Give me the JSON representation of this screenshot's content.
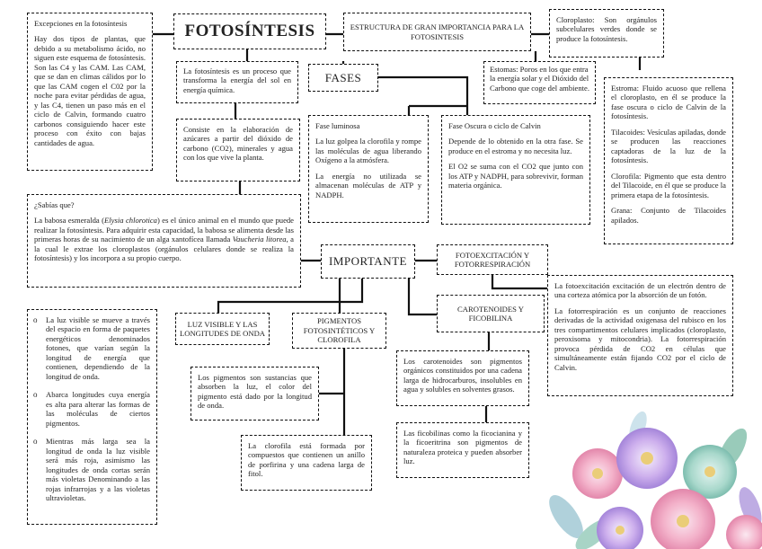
{
  "title": "FOTOSÍNTESIS",
  "excepciones": {
    "heading": "Excepciones en la fotosíntesis",
    "body": "Hay dos tipos de plantas, que debido a su metabolismo ácido, no siguen este esquema de fotosíntesis. Son las C4 y las CAM. Las CAM, que se dan en climas cálidos por lo que las CAM cogen el C02 por la noche para evitar pérdidas de agua, y las C4, tienen un paso más en el ciclo de Calvin, formando cuatro carbonos consiguiendo hacer este proceso con éxito con bajas cantidades de agua."
  },
  "definicion": "La fotosíntesis es un proceso que transforma la energía del sol en energía química.",
  "consiste": "Consiste en la elaboración de azúcares a partir del dióxido de carbono (CO2), minerales y agua con los que vive la planta.",
  "estructura_header": "ESTRUCTURA DE GRAN IMPORTANCIA PARA LA FOTOSINTESIS",
  "cloroplasto": "Cloroplasto: Son orgánulos subcelulares verdes donde se produce la fotosíntesis.",
  "estomas": "Estomas: Poros en los que entra la energía solar y el Dióxido del Carbono que coge del ambiente.",
  "estructuras": {
    "estroma": "Estroma: Fluido acuoso que rellena el cloroplasto, en él se produce la fase oscura o ciclo de Calvin de la fotosíntesis.",
    "tilacoides": "Tilacoides: Vesículas apiladas, donde se producen las reacciones captadoras de la luz de la fotosíntesis.",
    "clorofila": "Clorofila: Pigmento que esta dentro del Tilacoide, en él que se produce la primera etapa de la fotosíntesis.",
    "grana": "Grana: Conjunto de Tilacoides apilados."
  },
  "fases_header": "FASES",
  "fase_luminosa": {
    "heading": "Fase luminosa",
    "p1": "La luz golpea la clorofila y rompe las moléculas de agua liberando Oxígeno a la atmósfera.",
    "p2": "La energía no utilizada se almacenan moléculas de ATP y NADPH."
  },
  "fase_oscura": {
    "heading": "Fase Oscura o ciclo de Calvin",
    "p1": "Depende de lo obtenido en la otra fase. Se produce en el estroma y no necesita luz.",
    "p2": "El O2 se suma con el CO2 que junto con los ATP y NADPH, para sobrevivir, forman materia orgánica."
  },
  "sabias": {
    "heading": "¿Sabías que?",
    "body_a": "La babosa esmeralda (",
    "species1": "Elysia chlorotica",
    "body_b": ") es el único animal en el mundo que puede realizar la fotosíntesis. Para adquirir esta capacidad, la babosa se alimenta desde las primeras horas de su nacimiento de un alga xantofícea llamada ",
    "species2": "Vaucheria litorea",
    "body_c": ", a la cual le extrae los cloroplastos (orgánulos celulares donde se realiza la fotosíntesis) y los incorpora a su propio cuerpo."
  },
  "importante_header": "IMPORTANTE",
  "fotoexcitacion_header": "FOTOEXCITACIÓN Y FOTORRESPIRACIÓN",
  "fotoexcitacion": {
    "p1": "La fotoexcitación excitación de un electrón dentro de una corteza atómica por la absorción de un fotón.",
    "p2": "La fotorrespiración es un conjunto de reacciones derivadas de la actividad oxigenasa del rubisco en los tres compartimentos celulares implicados (cloroplasto, peroxisoma y mitocondria). La fotorrespiración provoca pérdida de CO2 en células que simultáneamente están fijando CO2 por el ciclo de Calvin."
  },
  "luz_header": "LUZ VISIBLE Y LAS LONGITUDES DE ONDA",
  "luz_items": [
    "La luz visible se mueve a través del espacio en forma de paquetes energéticos denominados fotones, que varían según la longitud de energía que contienen, dependiendo de la longitud de onda.",
    "Abarca longitudes cuya energía es alta para alterar las formas de las moléculas de ciertos pigmentos.",
    "Mientras más larga sea la longitud de onda la luz visible será más roja, asimismo las longitudes de onda cortas serán más violetas Denominando a las rojas infrarrojas y a las violetas ultravioletas."
  ],
  "pigmentos_header": "PIGMENTOS FOTOSINTÉTICOS Y CLOROFILA",
  "pigmentos_text": "Los pigmentos son sustancias que absorben la luz, el color del pigmento está dado por la longitud de onda.",
  "clorofila_text": "La clorofila está formada por compuestos que contienen un anillo de porfirina y una cadena larga de fitol.",
  "carotenoides_header": "CAROTENOIDES Y FICOBILINA",
  "carotenoides_text": "Los carotenoides son pigmentos orgánicos constituidos por una cadena larga de hidrocarburos, insolubles en agua y solubles en solventes grasos.",
  "ficobilinas_text": "Las ficobilinas como la ficocianina y la ficoeritrina son pigmentos de naturaleza proteica y pueden absorber luz."
}
